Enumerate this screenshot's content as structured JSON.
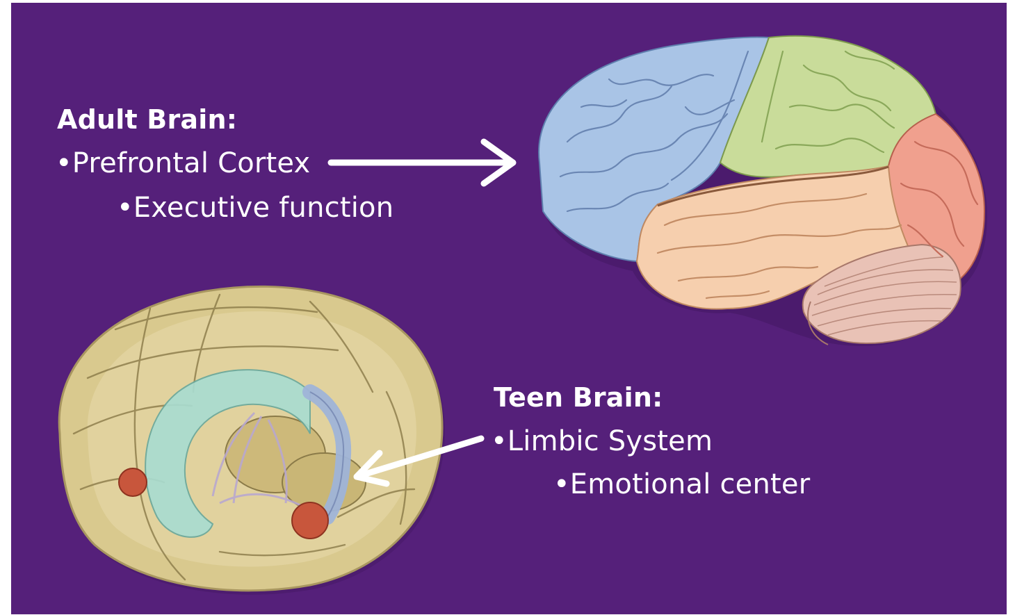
{
  "adult": {
    "heading": "Adult Brain:",
    "item": "•Prefrontal Cortex",
    "subitem": "•Executive function"
  },
  "teen": {
    "heading": "Teen Brain:",
    "item": "•Limbic System",
    "subitem": "•Emotional center"
  },
  "colors": {
    "background": "#55207a",
    "text": "#ffffff",
    "frontal_lobe": "#a9c4e6",
    "parietal_lobe": "#c9dc9a",
    "occipital_lobe": "#f0a08e",
    "temporal_lobe": "#f6cfae",
    "cerebellum": "#e9c2b6",
    "teen_brain_shell": "#d9c98e",
    "limbic_fornix": "#a9dcd0",
    "amygdala": "#c8563c"
  }
}
